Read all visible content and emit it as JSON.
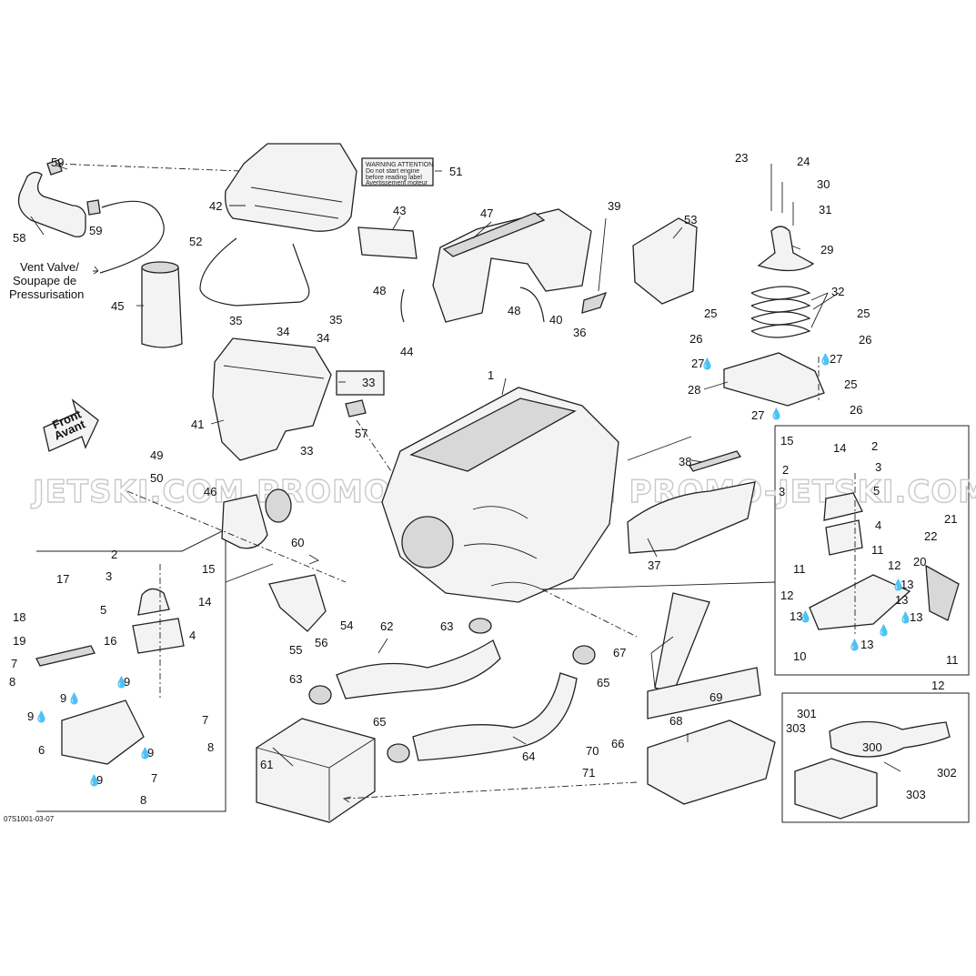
{
  "watermark": "JETSKI.COM  PROMO-JETSKI.COM  PROMO-JETSKI.COM",
  "reference_code": "07S1001-03-07",
  "front_arrow": {
    "line1": "Front",
    "line2": "Avant"
  },
  "vent_note": {
    "line1": "Vent Valve/",
    "line2": "Soupape de",
    "line3": "Pressurisation"
  },
  "decal_lines": [
    "WARNING  ATTENTION",
    "Do not start engine",
    "before reading label",
    "Avertissement moteur"
  ],
  "drop_glyph": "💧",
  "labels": [
    {
      "id": "l59a",
      "text": "59"
    },
    {
      "id": "l59b",
      "text": "59"
    },
    {
      "id": "l58",
      "text": "58"
    },
    {
      "id": "l42",
      "text": "42"
    },
    {
      "id": "l51",
      "text": "51"
    },
    {
      "id": "l52",
      "text": "52"
    },
    {
      "id": "l43",
      "text": "43"
    },
    {
      "id": "l47",
      "text": "47"
    },
    {
      "id": "l39",
      "text": "39"
    },
    {
      "id": "l53",
      "text": "53"
    },
    {
      "id": "l45",
      "text": "45"
    },
    {
      "id": "l48a",
      "text": "48"
    },
    {
      "id": "l48b",
      "text": "48"
    },
    {
      "id": "l40",
      "text": "40"
    },
    {
      "id": "l36",
      "text": "36"
    },
    {
      "id": "l35a",
      "text": "35"
    },
    {
      "id": "l34a",
      "text": "34"
    },
    {
      "id": "l35b",
      "text": "35"
    },
    {
      "id": "l34b",
      "text": "34"
    },
    {
      "id": "l44",
      "text": "44"
    },
    {
      "id": "l33a",
      "text": "33"
    },
    {
      "id": "l41",
      "text": "41"
    },
    {
      "id": "l33b",
      "text": "33"
    },
    {
      "id": "l57",
      "text": "57"
    },
    {
      "id": "l1",
      "text": "1"
    },
    {
      "id": "l49",
      "text": "49"
    },
    {
      "id": "l50",
      "text": "50"
    },
    {
      "id": "l46",
      "text": "46"
    },
    {
      "id": "l60",
      "text": "60"
    },
    {
      "id": "l23",
      "text": "23"
    },
    {
      "id": "l24",
      "text": "24"
    },
    {
      "id": "l30",
      "text": "30"
    },
    {
      "id": "l31",
      "text": "31"
    },
    {
      "id": "l29",
      "text": "29"
    },
    {
      "id": "l32",
      "text": "32"
    },
    {
      "id": "l25a",
      "text": "25"
    },
    {
      "id": "l26a",
      "text": "26"
    },
    {
      "id": "l25b",
      "text": "25"
    },
    {
      "id": "l26b",
      "text": "26"
    },
    {
      "id": "l27a",
      "text": "27"
    },
    {
      "id": "l27b",
      "text": "27"
    },
    {
      "id": "l28",
      "text": "28"
    },
    {
      "id": "l25c",
      "text": "25"
    },
    {
      "id": "l26c",
      "text": "26"
    },
    {
      "id": "l27c",
      "text": "27"
    },
    {
      "id": "l38",
      "text": "38"
    },
    {
      "id": "l37",
      "text": "37"
    },
    {
      "id": "l15r",
      "text": "15"
    },
    {
      "id": "l14r",
      "text": "14"
    },
    {
      "id": "l2r1",
      "text": "2"
    },
    {
      "id": "l2r2",
      "text": "2"
    },
    {
      "id": "l3r",
      "text": "3"
    },
    {
      "id": "l3r2",
      "text": "3"
    },
    {
      "id": "l5r",
      "text": "5"
    },
    {
      "id": "l4r",
      "text": "4"
    },
    {
      "id": "l11r1",
      "text": "11"
    },
    {
      "id": "l12r1",
      "text": "12"
    },
    {
      "id": "l13r1",
      "text": "13"
    },
    {
      "id": "l11r2",
      "text": "11"
    },
    {
      "id": "l12r2",
      "text": "12"
    },
    {
      "id": "l13r2",
      "text": "13"
    },
    {
      "id": "l13r3",
      "text": "13"
    },
    {
      "id": "l13r4",
      "text": "13"
    },
    {
      "id": "l10r",
      "text": "10"
    },
    {
      "id": "l13r5",
      "text": "13"
    },
    {
      "id": "l11r3",
      "text": "11"
    },
    {
      "id": "l12r3",
      "text": "12"
    },
    {
      "id": "l21",
      "text": "21"
    },
    {
      "id": "l22",
      "text": "22"
    },
    {
      "id": "l20",
      "text": "20"
    },
    {
      "id": "l2l",
      "text": "2"
    },
    {
      "id": "l3l",
      "text": "3"
    },
    {
      "id": "l15l",
      "text": "15"
    },
    {
      "id": "l14l",
      "text": "14"
    },
    {
      "id": "l17",
      "text": "17"
    },
    {
      "id": "l5l",
      "text": "5"
    },
    {
      "id": "l18",
      "text": "18"
    },
    {
      "id": "l19",
      "text": "19"
    },
    {
      "id": "l16",
      "text": "16"
    },
    {
      "id": "l4l",
      "text": "4"
    },
    {
      "id": "l7a",
      "text": "7"
    },
    {
      "id": "l8a",
      "text": "8"
    },
    {
      "id": "l9a",
      "text": "9"
    },
    {
      "id": "l9b",
      "text": "9"
    },
    {
      "id": "l9c",
      "text": "9"
    },
    {
      "id": "l6",
      "text": "6"
    },
    {
      "id": "l9d",
      "text": "9"
    },
    {
      "id": "l7b",
      "text": "7"
    },
    {
      "id": "l8b",
      "text": "8"
    },
    {
      "id": "l9e",
      "text": "9"
    },
    {
      "id": "l7c",
      "text": "7"
    },
    {
      "id": "l8c",
      "text": "8"
    },
    {
      "id": "l54",
      "text": "54"
    },
    {
      "id": "l55",
      "text": "55"
    },
    {
      "id": "l56",
      "text": "56"
    },
    {
      "id": "l62",
      "text": "62"
    },
    {
      "id": "l63a",
      "text": "63"
    },
    {
      "id": "l63b",
      "text": "63"
    },
    {
      "id": "l65a",
      "text": "65"
    },
    {
      "id": "l61",
      "text": "61"
    },
    {
      "id": "l65b",
      "text": "65"
    },
    {
      "id": "l64",
      "text": "64"
    },
    {
      "id": "l67",
      "text": "67"
    },
    {
      "id": "l69",
      "text": "69"
    },
    {
      "id": "l68",
      "text": "68"
    },
    {
      "id": "l66",
      "text": "66"
    },
    {
      "id": "l70",
      "text": "70"
    },
    {
      "id": "l71",
      "text": "71"
    },
    {
      "id": "l301",
      "text": "301"
    },
    {
      "id": "l303a",
      "text": "303"
    },
    {
      "id": "l300",
      "text": "300"
    },
    {
      "id": "l302",
      "text": "302"
    },
    {
      "id": "l303b",
      "text": "303"
    }
  ]
}
